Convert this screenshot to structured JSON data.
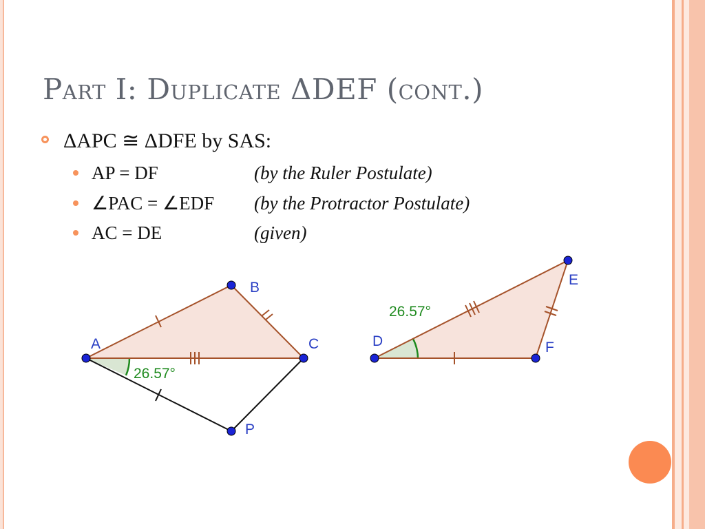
{
  "slide": {
    "title": "Part I: Duplicate ΔDEF (cont.)",
    "main_bullet": "ΔAPC ≅ ΔDFE by SAS:",
    "sub_bullets": [
      {
        "statement": "AP = DF",
        "reason": "(by the Ruler Postulate)"
      },
      {
        "statement": "∠PAC = ∠EDF",
        "reason": "(by the Protractor Postulate)"
      },
      {
        "statement": "AC = DE",
        "reason": "(given)"
      }
    ]
  },
  "diagram": {
    "points": {
      "A": "A",
      "B": "B",
      "C": "C",
      "P": "P",
      "D": "D",
      "E": "E",
      "F": "F"
    },
    "angle_label_left": "26.57°",
    "angle_label_right": "26.57°"
  },
  "colors": {
    "accent": "#f7935c",
    "triangle_edge": "#a5522a",
    "triangle_fill": "#f7e3dc",
    "point": "#1a24d6",
    "angle": "#1e8a1e"
  }
}
